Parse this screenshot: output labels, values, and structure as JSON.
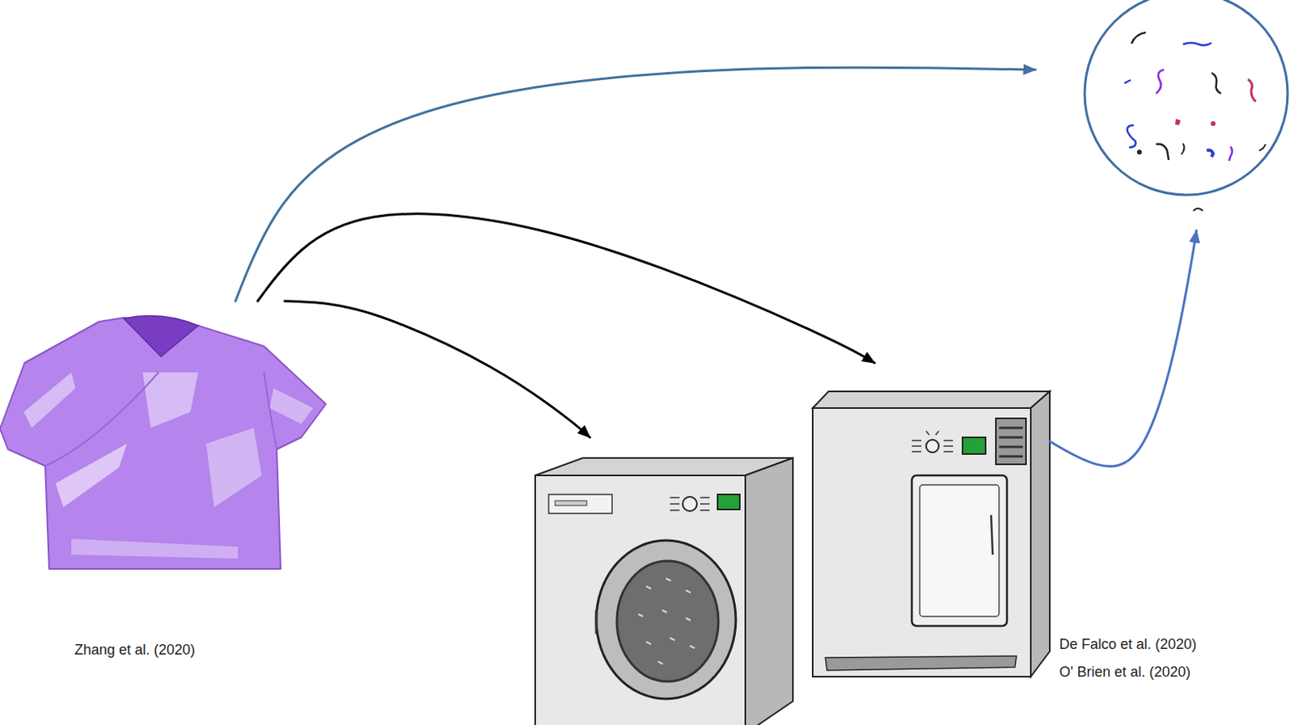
{
  "diagram": {
    "nodes": [
      {
        "text": [
          "Zhang et al. (2020)"
        ]
      },
      {
        "text": []
      },
      {
        "text": [
          "De Falco et al. (2020)",
          "O' Brien et al. (2020)"
        ]
      },
      {
        "text": []
      }
    ],
    "edges": [
      {
        "from": 0,
        "to": 3,
        "arrow": "to"
      },
      {
        "from": 0,
        "to": 2,
        "arrow": "to"
      },
      {
        "from": 0,
        "to": 1,
        "arrow": "to"
      },
      {
        "from": 2,
        "to": 3,
        "arrow": "to"
      }
    ]
  }
}
